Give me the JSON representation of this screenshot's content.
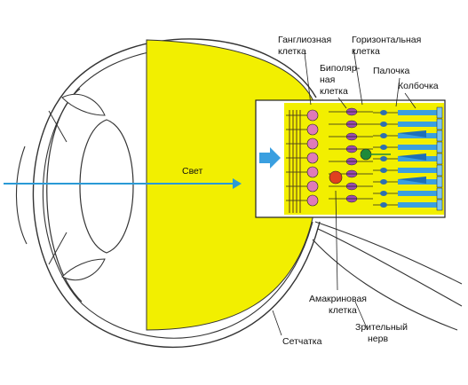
{
  "diagram": {
    "labels": {
      "ganglion": [
        "Ганглиозная",
        "клетка"
      ],
      "horizontal": [
        "Горизонтальная",
        "клетка"
      ],
      "bipolar": [
        "Биполяр-",
        "ная",
        "клетка"
      ],
      "rod": "Палочка",
      "cone": "Колбочка",
      "light": "Свет",
      "amacrine": [
        "Амакриновая",
        "клетка"
      ],
      "retina": "Сетчатка",
      "optic_nerve": [
        "Зрительный",
        "нерв"
      ]
    },
    "colors": {
      "vitreous_yellow": "#f2ef00",
      "light_ray_blue": "#2a9ad6",
      "rod_cone_blue": "#3a9fe0",
      "ganglion_pink": "#e07ab8",
      "bipolar_purple": "#9b4bb0",
      "horizontal_green": "#1f8a3a",
      "amacrine_red": "#e0411f",
      "outline": "#222222"
    }
  }
}
